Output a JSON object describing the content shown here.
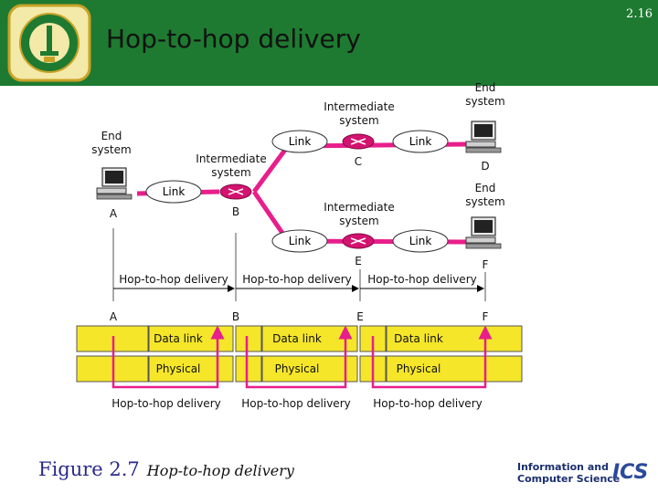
{
  "slide": {
    "title": "Hop-to-hop delivery",
    "number": "2.16"
  },
  "diagram": {
    "nodes": {
      "a": {
        "type": "End system",
        "letter": "A"
      },
      "b": {
        "type": "Intermediate system",
        "letter": "B"
      },
      "c": {
        "type": "Intermediate system",
        "letter": "C"
      },
      "d": {
        "type": "End system",
        "letter": "D"
      },
      "e": {
        "type": "Intermediate system",
        "letter": "E"
      },
      "f": {
        "type": "End system",
        "letter": "F"
      }
    },
    "link_label": "Link",
    "hop_label": "Hop-to-hop delivery",
    "layers": {
      "data_link": "Data link",
      "physical": "Physical"
    },
    "colors": {
      "header": "#1e7a30",
      "link": "#e81e8c",
      "layer": "#f5e62a",
      "router": "#d4126f"
    }
  },
  "caption": {
    "figure": "Figure 2.7",
    "text": "Hop-to-hop delivery"
  },
  "footer_logo": {
    "line1": "Information and",
    "line2": "Computer Science",
    "mark": "ICS"
  }
}
